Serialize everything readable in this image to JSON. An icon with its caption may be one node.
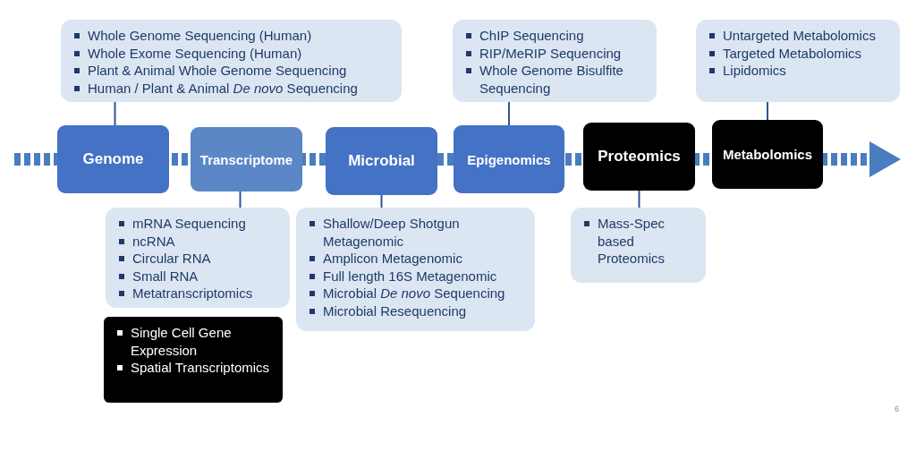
{
  "diagram": {
    "nodes": [
      {
        "text": [
          "Genome"
        ]
      },
      {
        "text": [
          "Transcriptome"
        ]
      },
      {
        "text": [
          "Microbial"
        ]
      },
      {
        "text": [
          "Epigenomics"
        ]
      },
      {
        "text": [
          "Proteomics"
        ]
      },
      {
        "text": [
          "Metabolomics"
        ]
      },
      {
        "text": [
          "Whole Genome Sequencing (Human)",
          "Whole Exome Sequencing (Human)",
          "Plant & Animal Whole Genome Sequencing",
          "Human / Plant & Animal *De novo* Sequencing"
        ]
      },
      {
        "text": [
          "mRNA Sequencing",
          "ncRNA",
          "Circular RNA",
          "Small RNA",
          "Metatranscriptomics"
        ]
      },
      {
        "text": [
          "Single Cell Gene Expression",
          "Spatial Transcriptomics"
        ]
      },
      {
        "text": [
          "Shallow/Deep Shotgun Metagenomic",
          "Amplicon Metagenomic",
          "Full length 16S Metagenomic",
          "Microbial *De novo* Sequencing",
          "Microbial Resequencing"
        ]
      },
      {
        "text": [
          "ChIP Sequencing",
          "RIP/MeRIP Sequencing",
          "Whole Genome Bisulfite Sequencing"
        ]
      },
      {
        "text": [
          "Mass-Spec based Proteomics"
        ]
      },
      {
        "text": [
          "Untargeted Metabolomics",
          "Targeted Metabolomics",
          "Lipidomics"
        ]
      }
    ],
    "edges": [
      {
        "from": 6,
        "to": 0,
        "arrow": "none"
      },
      {
        "from": 7,
        "to": 1,
        "arrow": "none"
      },
      {
        "from": 9,
        "to": 2,
        "arrow": "none"
      },
      {
        "from": 10,
        "to": 3,
        "arrow": "none"
      },
      {
        "from": 11,
        "to": 4,
        "arrow": "none"
      },
      {
        "from": 12,
        "to": 5,
        "arrow": "none"
      }
    ],
    "labels": [
      "6"
    ]
  }
}
